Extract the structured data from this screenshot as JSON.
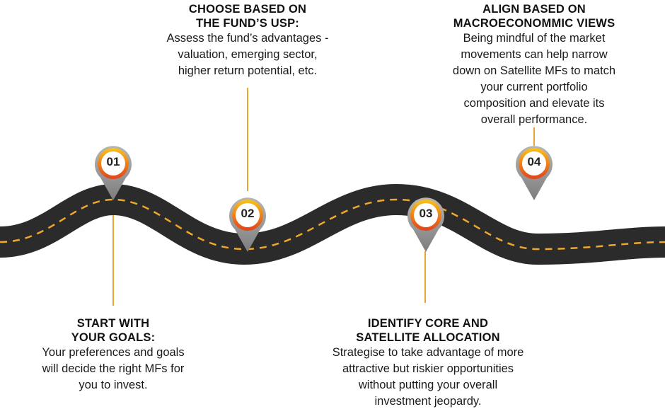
{
  "steps": [
    {
      "number": "01",
      "title_line1": "START WITH",
      "title_line2": "YOUR GOALS:",
      "desc_lines": [
        "Your preferences and goals",
        "will decide the right MFs for",
        "you to invest."
      ]
    },
    {
      "number": "02",
      "title_line1": "CHOOSE BASED ON",
      "title_line2": "THE FUND’S USP:",
      "desc_lines": [
        "Assess the fund’s advantages -",
        "valuation, emerging sector,",
        "higher return potential, etc."
      ]
    },
    {
      "number": "03",
      "title_line1": "IDENTIFY CORE AND",
      "title_line2": "SATELLITE ALLOCATION",
      "desc_lines": [
        "Strategise to take advantage of more",
        "attractive but riskier opportunities",
        "without putting your overall",
        "investment jeopardy."
      ]
    },
    {
      "number": "04",
      "title_line1": "ALIGN BASED ON",
      "title_line2": "MACROECONOMMIC VIEWS",
      "desc_lines": [
        "Being mindful of the market",
        "movements can help narrow",
        "down on Satellite MFs to match",
        "your current portfolio",
        "composition and elevate its",
        "overall performance."
      ]
    }
  ],
  "colors": {
    "road": "#2b2b2b",
    "road_dash": "#f0a82a",
    "connector": "#e8a531",
    "pin_ring_outer": "#f0b01c",
    "pin_ring_inner": "#e4541c",
    "pin_body": "#9a9a9a"
  }
}
